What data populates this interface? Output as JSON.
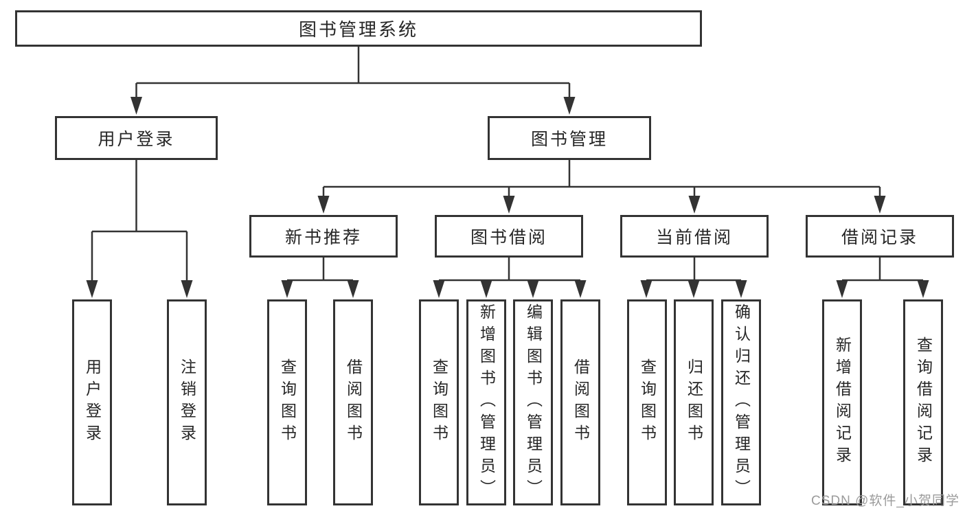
{
  "diagram": {
    "root": {
      "label": "图书管理系统"
    },
    "branches": [
      {
        "label": "用户登录",
        "leaves": [
          "用户登录",
          "注销登录"
        ]
      },
      {
        "label": "图书管理",
        "children": [
          {
            "label": "新书推荐",
            "leaves": [
              "查询图书",
              "借阅图书"
            ]
          },
          {
            "label": "图书借阅",
            "leaves": [
              "查询图书",
              "新增图书（管理员）",
              "编辑图书（管理员）",
              "借阅图书"
            ]
          },
          {
            "label": "当前借阅",
            "leaves": [
              "查询图书",
              "归还图书",
              "确认归还（管理员）"
            ]
          },
          {
            "label": "借阅记录",
            "leaves": [
              "新增借阅记录",
              "查询借阅记录"
            ]
          }
        ]
      }
    ]
  },
  "watermark": {
    "text": "CSDN @软件_小贺同学"
  },
  "colors": {
    "line": "#333333",
    "border": "#333333",
    "text": "#262626",
    "background": "#ffffff",
    "watermark": "#9b9b9b"
  }
}
